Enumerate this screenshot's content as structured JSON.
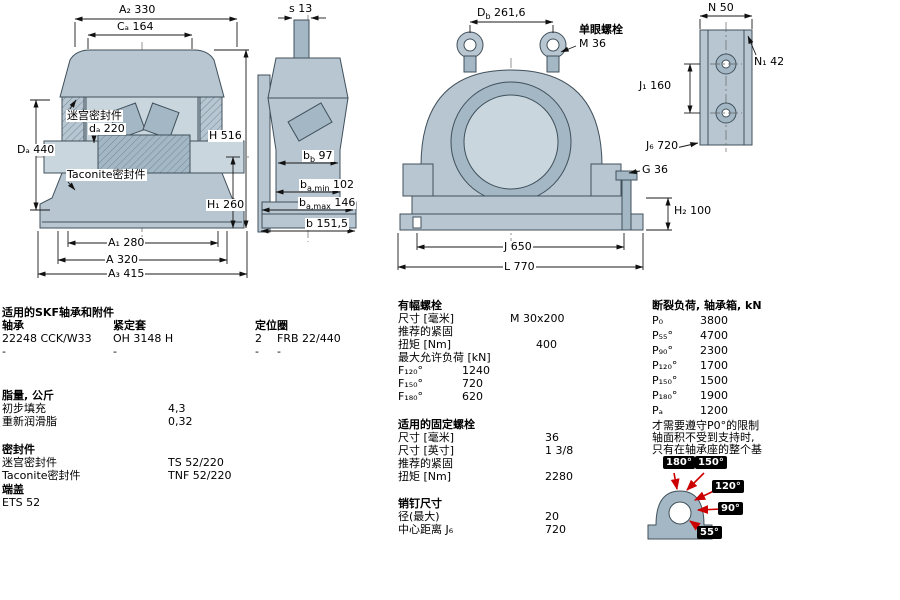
{
  "meta": {
    "colors": {
      "part_fill": "#b7c6d1",
      "part_dark": "#a3b7c4",
      "line": "#40505b",
      "arrow_red": "#cc0000",
      "badge_bg": "#000000"
    }
  },
  "views": {
    "front_section": {
      "dims": {
        "a2": "A₂ 330",
        "ca": "Cₐ 164",
        "labyrinth_seal": "迷宫密封件",
        "da_shaft": "dₐ 220",
        "Da": "Dₐ 440",
        "taconite_seal": "Taconite密封件",
        "H": "H 516",
        "H1": "H₁ 260",
        "A1": "A₁ 280",
        "A": "A 320",
        "A3": "A₃ 415"
      }
    },
    "side_section": {
      "dims": {
        "s": "s 13",
        "bb": {
          "base": "b",
          "sub": "b",
          "value": " 97"
        },
        "ba_min": {
          "base": "b",
          "sub": "a,min",
          "value": " 102"
        },
        "ba_max": {
          "base": "b",
          "sub": "a,max",
          "value": " 146"
        },
        "b": "b 151,5"
      }
    },
    "front_view": {
      "dims": {
        "Db": {
          "base": "D",
          "sub": "b",
          "value": " 261,6"
        },
        "eye_bolt_label": "单眼螺栓",
        "eye_bolt_size": "M 36",
        "G": "G 36",
        "H2": "H₂ 100",
        "J": "J 650",
        "L": "L 770"
      }
    },
    "side_view": {
      "dims": {
        "N": "N 50",
        "N1": "N₁ 42",
        "J1": "J₁ 160",
        "J6": "J₆ 720"
      }
    }
  },
  "tables": {
    "skf": {
      "title": "适用的SKF轴承和附件",
      "col_bearing": "轴承",
      "col_sleeve": "紧定套",
      "col_ring": "定位圈",
      "bearing": "22248 CCK/W33",
      "sleeve": "OH 3148 H",
      "ring_qty": "2",
      "ring": "FRB 22/440",
      "dash1": "-",
      "dash2": "-",
      "dash3": "-",
      "dash4": "-"
    },
    "grease": {
      "title": "脂量, 公斤",
      "rows": [
        {
          "label": "初步填充",
          "value": "4,3"
        },
        {
          "label": "重新润滑脂",
          "value": "0,32"
        }
      ]
    },
    "seals": {
      "title": "密封件",
      "rows": [
        {
          "label": "迷宫密封件",
          "value": "TS 52/220"
        },
        {
          "label": "Taconite密封件",
          "value": "TNF 52/220"
        }
      ]
    },
    "end_cover": {
      "title": "端盖",
      "value": "ETS 52"
    },
    "attachment_bolts": {
      "title": "有幅螺栓",
      "size_label": "尺寸 [毫米]",
      "size_value": "M 30x200",
      "torque_label1": "推荐的紧固",
      "torque_label2": "扭矩 [Nm]",
      "torque_value": "400",
      "load_label": "最大允许负荷 [kN]",
      "loads": [
        {
          "label": "F₁₂₀°",
          "value": "1240"
        },
        {
          "label": "F₁₅₀°",
          "value": "720"
        },
        {
          "label": "F₁₈₀°",
          "value": "620"
        }
      ]
    },
    "fixing_bolts": {
      "title": "适用的固定螺栓",
      "rows_simple": [
        {
          "label": "尺寸 [毫米]",
          "value": "36"
        },
        {
          "label": "尺寸 [英寸]",
          "value": "1 3/8"
        }
      ],
      "torque_label1": "推荐的紧固",
      "torque_label2": "扭矩 [Nm]",
      "torque_value": "2280"
    },
    "pins": {
      "title": "销钉尺寸",
      "rows": [
        {
          "label": "径(最大)",
          "value": "20"
        },
        {
          "label": "中心距离 J₆",
          "value": "720"
        }
      ]
    },
    "breaking_loads": {
      "title": "断裂负荷, 轴承箱, kN",
      "rows": [
        {
          "label": "P₀",
          "value": "3800"
        },
        {
          "label": "P₅₅°",
          "value": "4700"
        },
        {
          "label": "P₉₀°",
          "value": "2300"
        },
        {
          "label": "P₁₂₀°",
          "value": "1700"
        },
        {
          "label": "P₁₅₀°",
          "value": "1500"
        },
        {
          "label": "P₁₈₀°",
          "value": "1900"
        },
        {
          "label": "Pₐ",
          "value": "1200"
        }
      ],
      "note_lines": [
        "才需要遵守P0°的限制",
        "轴面积不受到支持时,",
        "只有在轴承座的整个基"
      ]
    },
    "angle_diagram": {
      "labels": [
        "180°",
        "150°",
        "120°",
        "90°",
        "55°"
      ]
    }
  }
}
